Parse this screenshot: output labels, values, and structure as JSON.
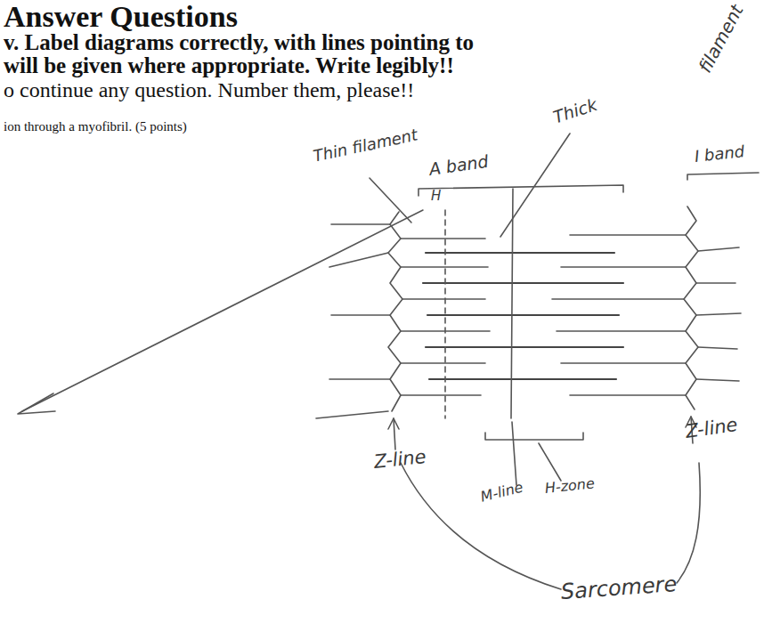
{
  "diagram": {
    "title": "Answer Questions",
    "labels": [
      "v. Label diagrams correctly, with lines pointing to",
      "will be given where appropriate. Write legibly!!",
      "o continue any question. Number them, please!!",
      "ion through a myofibril. (5 points)",
      "filament",
      "Thick",
      "Thin filament",
      "A band",
      "I band",
      "H",
      "Z-line",
      "Z-line",
      "M-line",
      "H-zone",
      "Sarcomere"
    ]
  }
}
